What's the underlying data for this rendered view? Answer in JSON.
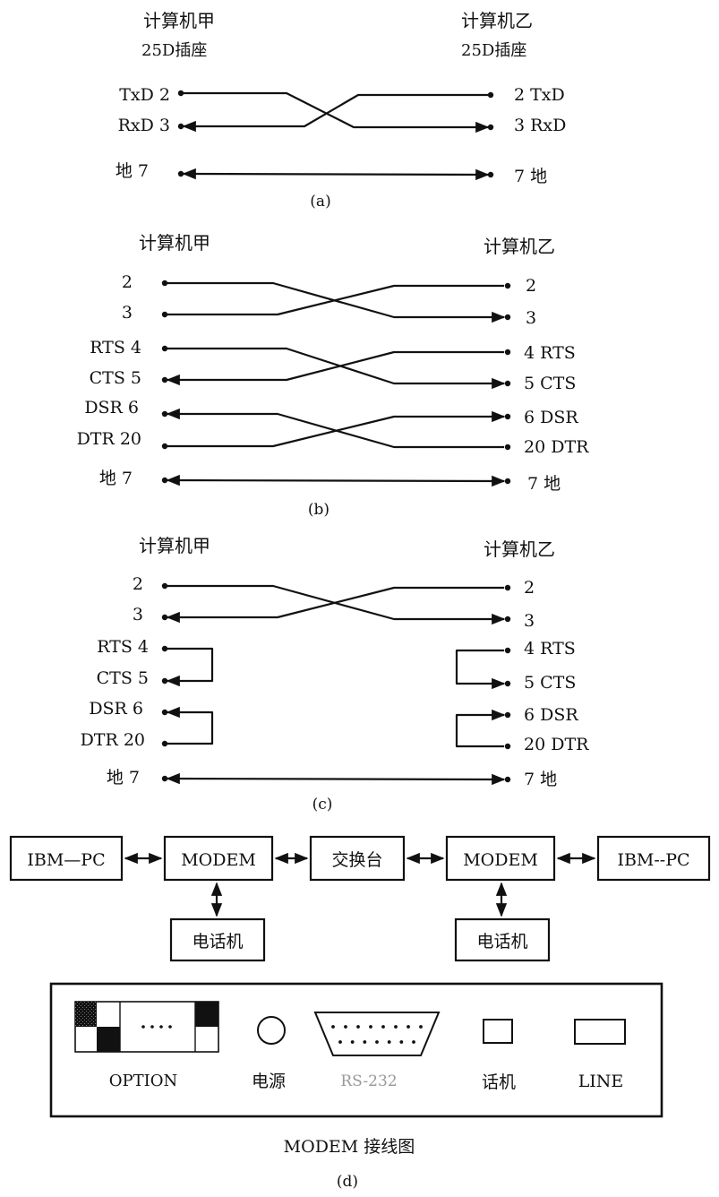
{
  "panel_a": {
    "left_title": "计算机甲",
    "left_subtitle": "25D插座",
    "right_title": "计算机乙",
    "right_subtitle": "25D插座",
    "left_pins": [
      "TxD 2",
      "RxD 3",
      "地 7"
    ],
    "right_pins": [
      "2 TxD",
      "3 RxD",
      "7 地"
    ],
    "caption": "(a)"
  },
  "panel_b": {
    "left_title": "计算机甲",
    "right_title": "计算机乙",
    "left_pins": [
      "2",
      "3",
      "RTS 4",
      "CTS 5",
      "DSR 6",
      "DTR 20",
      "地 7"
    ],
    "right_pins": [
      "2",
      "3",
      "4 RTS",
      "5 CTS",
      "6 DSR",
      "20 DTR",
      "7 地"
    ],
    "caption": "(b)"
  },
  "panel_c": {
    "left_title": "计算机甲",
    "right_title": "计算机乙",
    "left_pins": [
      "2",
      "3",
      "RTS 4",
      "CTS 5",
      "DSR 6",
      "DTR 20",
      "地 7"
    ],
    "right_pins": [
      "2",
      "3",
      "4 RTS",
      "5 CTS",
      "6 DSR",
      "20 DTR",
      "7 地"
    ],
    "caption": "(c)"
  },
  "panel_d": {
    "boxes": [
      "IBM—PC",
      "MODEM",
      "交换台",
      "MODEM",
      "IBM--PC"
    ],
    "phones": [
      "电话机",
      "电话机"
    ],
    "rear_panel_labels": [
      "OPTION",
      "电源",
      "RS-232",
      "话机",
      "LINE"
    ],
    "title": "MODEM 接线图",
    "caption": "(d)"
  }
}
